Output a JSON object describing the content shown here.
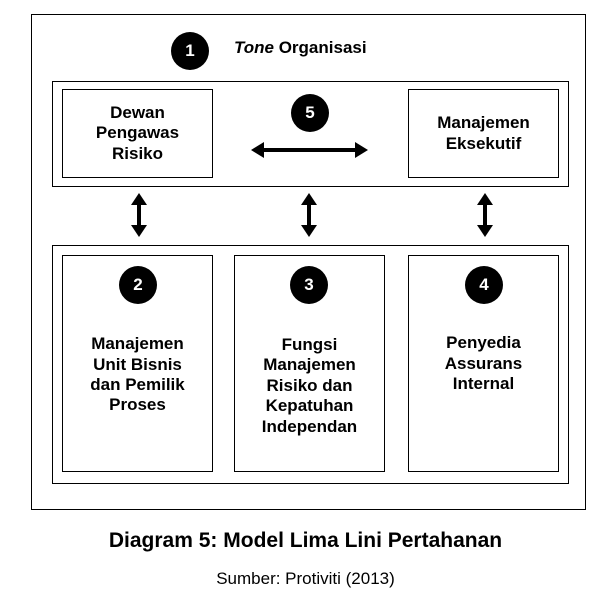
{
  "tone": {
    "badge": "1",
    "italic": "Tone",
    "rest": " Organisasi"
  },
  "top_row": {
    "left_box": "Dewan\nPengawas\nRisiko",
    "center_badge": "5",
    "right_box": "Manajemen\nEksekutif"
  },
  "lines": [
    {
      "badge": "2",
      "label": "Manajemen\nUnit Bisnis\ndan Pemilik\nProses"
    },
    {
      "badge": "3",
      "label": "Fungsi\nManajemen\nRisiko dan\nKepatuhan\nIndependan"
    },
    {
      "badge": "4",
      "label": "Penyedia\nAssurans\nInternal"
    }
  ],
  "caption": "Diagram 5: Model Lima Lini Pertahanan",
  "source": "Sumber: Protiviti (2013)"
}
